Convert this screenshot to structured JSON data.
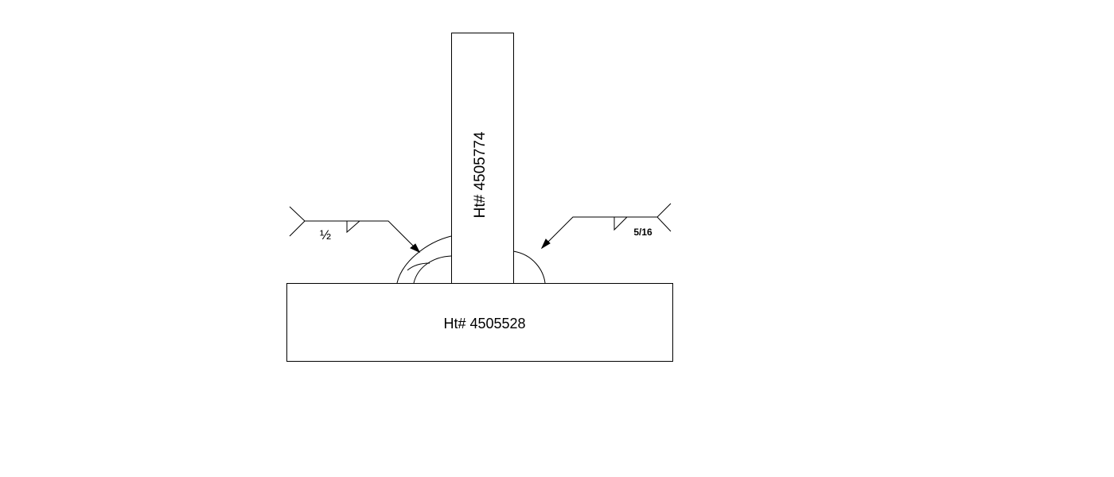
{
  "diagram": {
    "base_plate": {
      "heat_number_label": "Ht# 4505528"
    },
    "vertical_plate": {
      "heat_number_label": "Ht# 4505774"
    },
    "weld_symbols": [
      {
        "side": "left",
        "symbol": "fillet",
        "size": "½"
      },
      {
        "side": "right",
        "symbol": "fillet",
        "size": "5/16"
      }
    ]
  }
}
